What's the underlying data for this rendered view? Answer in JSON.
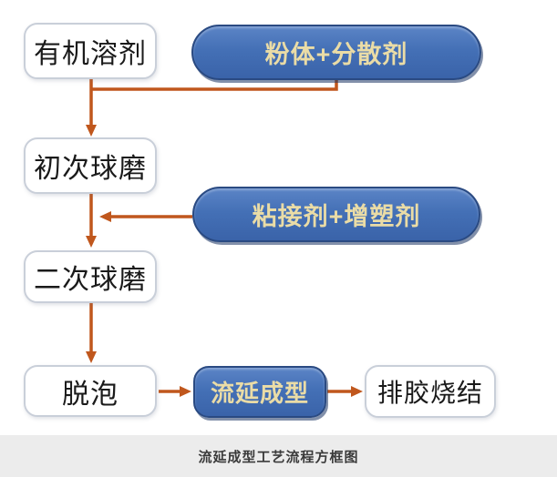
{
  "diagram": {
    "caption": "流延成型工艺流程方框图",
    "process_nodes": {
      "organic_solvent": "有机溶剂",
      "first_ball_milling": "初次球磨",
      "second_ball_milling": "二次球磨",
      "defoaming": "脱泡",
      "tape_casting": "流延成型",
      "binder_burnout_sintering": "排胶烧结"
    },
    "additive_nodes": {
      "powder_dispersant": "粉体+分散剂",
      "binder_plasticizer": "粘接剂+增塑剂"
    },
    "colors": {
      "arrow": "#c0571d",
      "pill_fill": "#4470b6",
      "pill_border": "#2a4a82",
      "pill_text": "#eadca6",
      "box_border": "#c9cfd9",
      "caption_bar_bg": "#ececec"
    }
  }
}
